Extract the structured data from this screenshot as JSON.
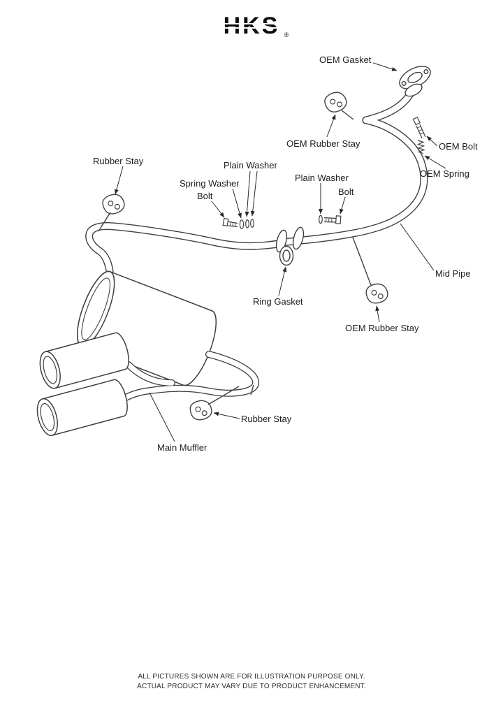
{
  "logo": {
    "text": "HKS",
    "registered": "®"
  },
  "parts_labels": {
    "oem_gasket": "OEM Gasket",
    "oem_rubber_stay_top": "OEM Rubber Stay",
    "oem_bolt": "OEM Bolt",
    "oem_spring": "OEM Spring",
    "rubber_stay_left": "Rubber Stay",
    "plain_washer_center": "Plain Washer",
    "spring_washer": "Spring Washer",
    "bolt_center": "Bolt",
    "plain_washer_right": "Plain Washer",
    "bolt_right": "Bolt",
    "mid_pipe": "Mid Pipe",
    "ring_gasket": "Ring Gasket",
    "oem_rubber_stay_right": "OEM Rubber Stay",
    "rubber_stay_bottom": "Rubber Stay",
    "main_muffler": "Main Muffler"
  },
  "footer": {
    "line1": "ALL PICTURES SHOWN ARE FOR ILLUSTRATION PURPOSE ONLY.",
    "line2": "ACTUAL PRODUCT MAY VARY DUE TO PRODUCT ENHANCEMENT."
  },
  "colors": {
    "line": "#3f3f3f",
    "text": "#1c1c1c",
    "background": "#ffffff"
  }
}
